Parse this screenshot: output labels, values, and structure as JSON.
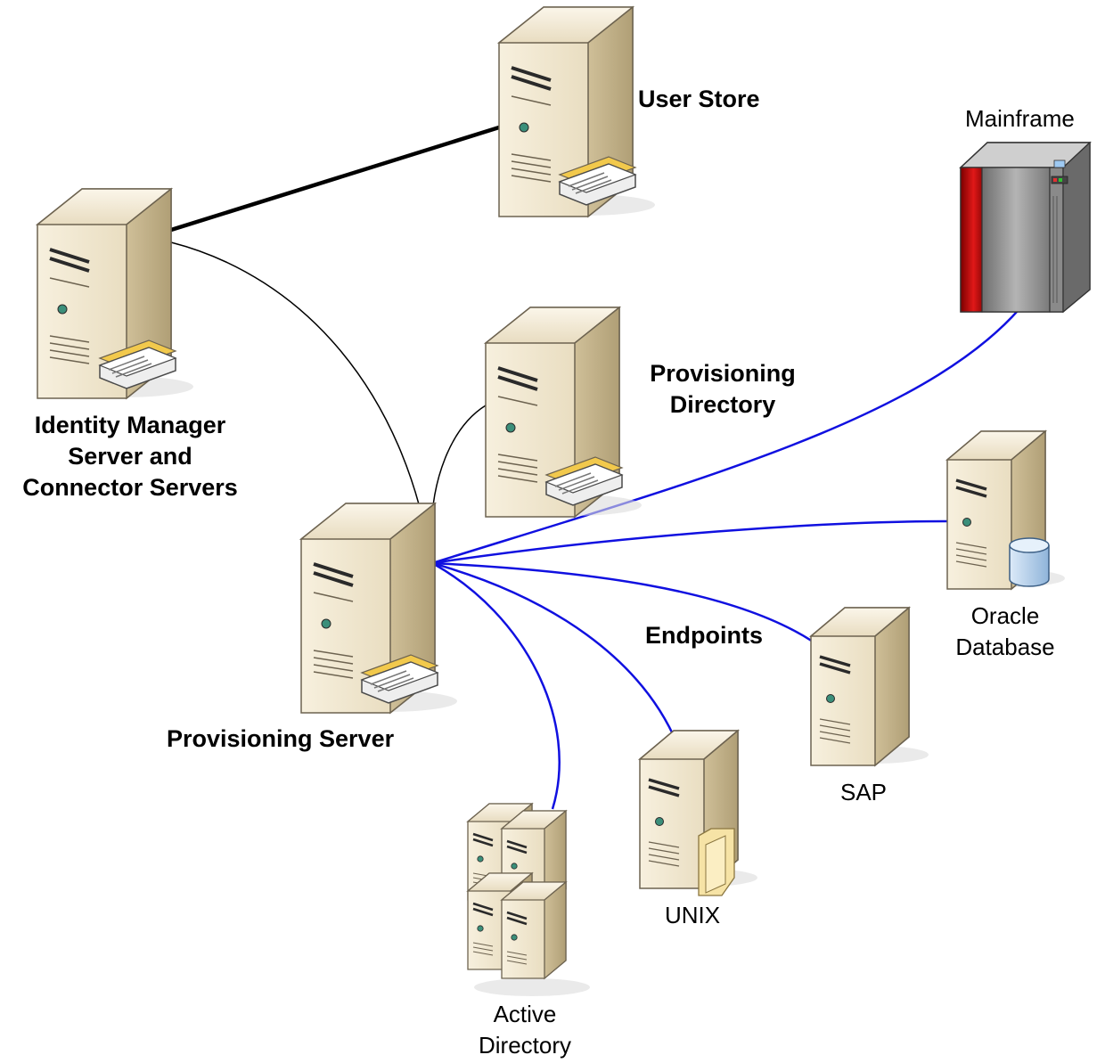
{
  "nodes": {
    "user_store": {
      "label": "User Store"
    },
    "identity_manager": {
      "label_lines": [
        "Identity Manager",
        "Server and",
        "Connector Servers"
      ]
    },
    "provisioning_directory": {
      "label_lines": [
        "Provisioning",
        "Directory"
      ]
    },
    "provisioning_server": {
      "label": "Provisioning Server"
    },
    "mainframe": {
      "label": "Mainframe"
    },
    "oracle_database": {
      "label_lines": [
        "Oracle",
        "Database"
      ]
    },
    "sap": {
      "label": "SAP"
    },
    "unix": {
      "label": "UNIX"
    },
    "active_directory": {
      "label_lines": [
        "Active",
        "Directory"
      ]
    }
  },
  "group_labels": {
    "endpoints": "Endpoints"
  },
  "colors": {
    "server_link": "#000000",
    "endpoint_link": "#1010e0",
    "server_body": "#ece1c8",
    "server_shade": "#c7b894",
    "mainframe_body": "#8a8a8a",
    "mainframe_accent": "#d01010",
    "folder": "#f3d98a",
    "database": "#b7d3ee"
  },
  "connections": [
    {
      "from": "identity_manager",
      "to": "user_store",
      "kind": "server_link",
      "weight": "thick"
    },
    {
      "from": "identity_manager",
      "to": "provisioning_server",
      "kind": "server_link",
      "weight": "thin"
    },
    {
      "from": "provisioning_directory",
      "to": "provisioning_server",
      "kind": "server_link",
      "weight": "thin"
    },
    {
      "from": "provisioning_server",
      "to": "mainframe",
      "kind": "endpoint_link"
    },
    {
      "from": "provisioning_server",
      "to": "oracle_database",
      "kind": "endpoint_link"
    },
    {
      "from": "provisioning_server",
      "to": "sap",
      "kind": "endpoint_link"
    },
    {
      "from": "provisioning_server",
      "to": "unix",
      "kind": "endpoint_link"
    },
    {
      "from": "provisioning_server",
      "to": "active_directory",
      "kind": "endpoint_link"
    }
  ]
}
